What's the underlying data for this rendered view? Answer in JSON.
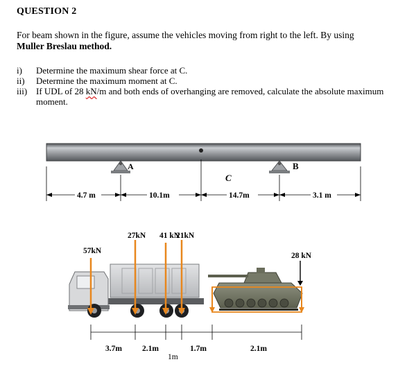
{
  "question": {
    "title": "QUESTION 2",
    "intro_pre": "For beam shown in the figure, assume the vehicles moving from right to the left. By using",
    "intro_bold": "Muller Breslau method."
  },
  "parts": [
    {
      "num": "i)",
      "text": "Determine the maximum shear force at C."
    },
    {
      "num": "ii)",
      "text": "Determine the maximum moment at C."
    },
    {
      "num": "iii)",
      "text_pre": "If UDL of 28 ",
      "text_unit": "kN",
      "text_post": "/m and both ends of overhanging are removed, calculate the absolute maximum moment."
    }
  ],
  "beam": {
    "support_a": "A",
    "support_b": "B",
    "point_c": "C",
    "spans": [
      "4.7 m",
      "10.1m",
      "14.7m",
      "3.1 m"
    ]
  },
  "truck": {
    "loads": [
      "57kN",
      "27kN",
      "41 kN",
      "21kN"
    ],
    "spacings": [
      "3.7m",
      "2.1m",
      "1m",
      "1.7m"
    ]
  },
  "tank": {
    "udl": "28 kN",
    "length": "2.1m"
  },
  "colors": {
    "load_arrow": "#e8871e",
    "beam_dark": "#6b6e72",
    "beam_light": "#b8bbbf"
  }
}
